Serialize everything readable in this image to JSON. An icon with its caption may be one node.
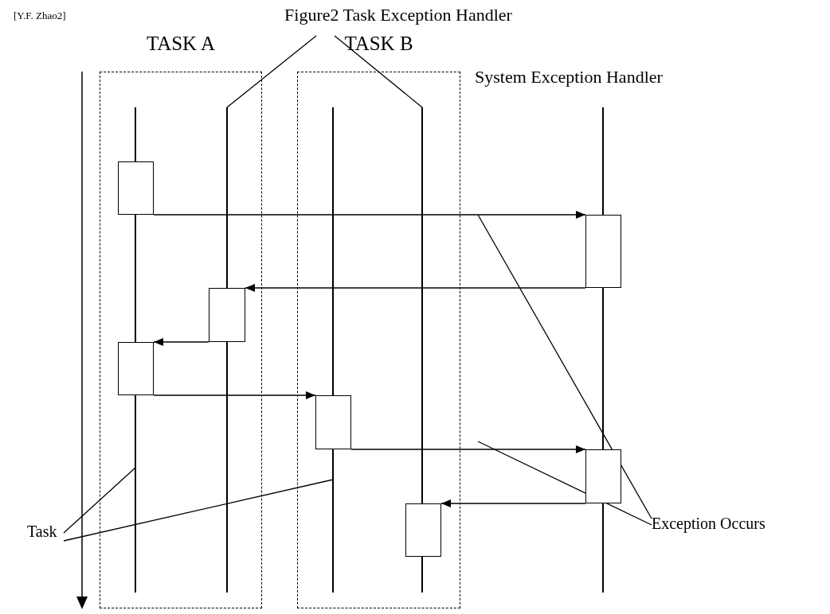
{
  "diagram": {
    "nodes": [
      {
        "text": [
          "Figure2 Task Exception Handler"
        ]
      },
      {
        "text": [
          "TASK A"
        ]
      },
      {
        "text": [
          "TASK B"
        ]
      },
      {
        "text": [],
        "shape": "line",
        "in": 1
      },
      {
        "text": [],
        "shape": "line",
        "in": 1
      },
      {
        "text": [],
        "shape": "line",
        "in": 2
      },
      {
        "text": [],
        "shape": "line",
        "in": 2
      },
      {
        "text": [],
        "shape": "line",
        "beside": [
          "System Exception Handler"
        ]
      },
      {
        "text": [],
        "shape": "box",
        "in": 1
      },
      {
        "text": [],
        "shape": "box"
      },
      {
        "text": [],
        "shape": "box",
        "in": 1
      },
      {
        "text": [],
        "shape": "box",
        "in": 1
      },
      {
        "text": [],
        "shape": "box",
        "in": 2
      },
      {
        "text": [],
        "shape": "box"
      },
      {
        "text": [],
        "shape": "box",
        "in": 2
      },
      {
        "text": [
          "Exception Occurs"
        ]
      },
      {
        "text": [
          "Task"
        ]
      }
    ],
    "edges": [
      {
        "from": 8,
        "to": 9,
        "arrow": "to"
      },
      {
        "from": 9,
        "to": 10,
        "arrow": "to"
      },
      {
        "from": 10,
        "to": 11,
        "arrow": "to"
      },
      {
        "from": 11,
        "to": 12,
        "arrow": "to"
      },
      {
        "from": 12,
        "to": 13,
        "arrow": "to"
      },
      {
        "from": 13,
        "to": 14,
        "arrow": "to"
      },
      {
        "from": 0,
        "to": 4,
        "arrow": "none"
      },
      {
        "from": 0,
        "to": 6,
        "arrow": "none"
      },
      {
        "from": 15,
        "to": null,
        "arrow": "none"
      },
      {
        "from": 15,
        "to": null,
        "arrow": "none"
      },
      {
        "from": 16,
        "to": 3,
        "arrow": "none"
      },
      {
        "from": 16,
        "to": 5,
        "arrow": "none"
      }
    ],
    "labels": [
      "[Y.F. Zhao2]"
    ]
  }
}
